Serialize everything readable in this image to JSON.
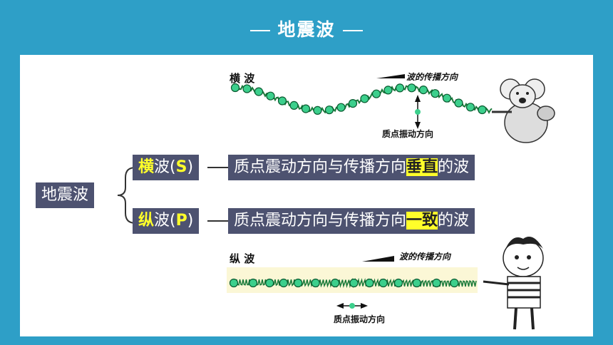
{
  "title": "地震波",
  "root_label": "地震波",
  "transverse": {
    "diagram_title": "横  波",
    "propagation_label": "波的传播方向",
    "vibration_label": "质点振动方向",
    "name": "横",
    "name_rest": "波(",
    "code": "S",
    "close": ")",
    "description_start": "质点震动方向与传播方向",
    "description_key": "垂直",
    "description_end": "的波"
  },
  "longitudinal": {
    "diagram_title": "纵  波",
    "propagation_label": "波的传播方向",
    "vibration_label": "质点振动方向",
    "name": "纵",
    "name_rest": "波(",
    "code": "P",
    "close": ")",
    "description_start": "质点震动方向与传播方向",
    "description_key": "一致",
    "description_end": "的波"
  },
  "colors": {
    "background": "#2e9fc7",
    "box": "#4d5270",
    "highlight": "#ffff2a",
    "particle": "#3ccf8c"
  }
}
